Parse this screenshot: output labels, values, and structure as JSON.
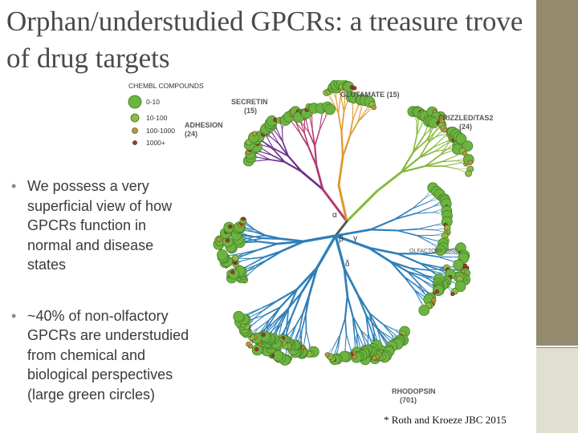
{
  "title": "Orphan/understudied GPCRs: a treasure trove of drug targets",
  "bullets": [
    "We possess a very superficial view of how GPCRs function in normal and disease states",
    "~40% of non-olfactory GPCRs are understudied from chemical and biological perspectives (large green circles)"
  ],
  "legend": {
    "title": "CHEMBL COMPOUNDS",
    "items": [
      {
        "label": "0-10",
        "color": "#6cb43f"
      },
      {
        "label": "10-100",
        "color": "#8dbb45"
      },
      {
        "label": "100-1000",
        "color": "#b79a3c"
      },
      {
        "label": "1000+",
        "color": "#a23c2c"
      }
    ]
  },
  "families": {
    "secretin": {
      "name": "SECRETIN",
      "count": "(15)",
      "color": "#b23b6e"
    },
    "adhesion": {
      "name": "ADHESION",
      "count": "(24)",
      "color": "#6b2f88"
    },
    "glutamate": {
      "name": "GLUTAMATE (15)",
      "color": "#e0962a"
    },
    "frizzled": {
      "name": "FRIZZLED/TAS2",
      "count": "(24)",
      "color": "#86b83a"
    },
    "rhodopsin": {
      "name": "RHODOPSIN",
      "count": "(701)",
      "color": "#2e7fb8"
    }
  },
  "subfamily_labels": [
    "α",
    "β",
    "γ",
    "δ"
  ],
  "olfactory_label": "OLFACTORY (388)",
  "citation": "* Roth and Kroeze JBC 2015",
  "colors": {
    "title": "#4a4a4a",
    "sidebar": "#948a6e",
    "sidebar_light": "#e1dfd0",
    "trunk": "#555555",
    "node": "#6cb43f",
    "small_node": "#a23c2c"
  }
}
